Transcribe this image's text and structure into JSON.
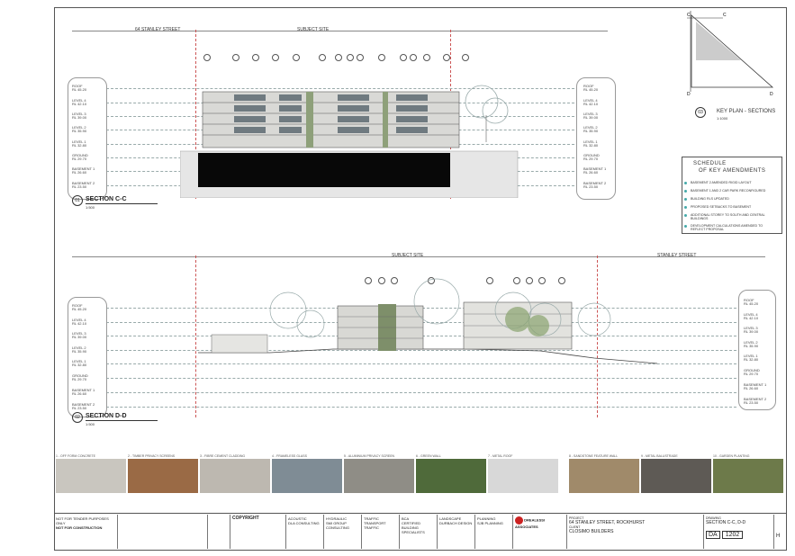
{
  "section_cc": {
    "street_label": "64 STANLEY STREET",
    "site_label": "SUBJECT SITE",
    "title": "SECTION C-C",
    "number": "01",
    "scale": "1:500",
    "levels": [
      {
        "name": "ROOF",
        "rl": "RL 45.20"
      },
      {
        "name": "LEVEL 4",
        "rl": "RL 42.10"
      },
      {
        "name": "LEVEL 3",
        "rl": "RL 39.00"
      },
      {
        "name": "LEVEL 2",
        "rl": "RL 35.90"
      },
      {
        "name": "LEVEL 1",
        "rl": "RL 32.80"
      },
      {
        "name": "GROUND",
        "rl": "RL 29.70"
      },
      {
        "name": "BASEMENT 1",
        "rl": "RL 26.60"
      },
      {
        "name": "BASEMENT 2",
        "rl": "RL 23.50"
      }
    ]
  },
  "section_dd": {
    "site_label": "SUBJECT SITE",
    "street_label": "STANLEY STREET",
    "title": "SECTION D-D",
    "number": "02",
    "scale": "1:500",
    "levels": [
      {
        "name": "ROOF",
        "rl": "RL 45.20"
      },
      {
        "name": "LEVEL 4",
        "rl": "RL 42.10"
      },
      {
        "name": "LEVEL 3",
        "rl": "RL 39.00"
      },
      {
        "name": "LEVEL 2",
        "rl": "RL 35.90"
      },
      {
        "name": "LEVEL 1",
        "rl": "RL 32.80"
      },
      {
        "name": "GROUND",
        "rl": "RL 29.70"
      },
      {
        "name": "BASEMENT 1",
        "rl": "RL 26.60"
      },
      {
        "name": "BASEMENT 2",
        "rl": "RL 23.50"
      }
    ]
  },
  "key_plan": {
    "title": "KEY PLAN - SECTIONS",
    "number": "03",
    "scale": "1:1000"
  },
  "amendments": {
    "title_line1": "SCHEDULE",
    "title_line2": "OF KEY AMENDMENTS",
    "items": [
      "BASEMENT 2 AMENDED RIGID LAYOUT",
      "BASEMENT 1 AND 2 CAR PARK RECONFIGURED",
      "BUILDING RLS UPDATED",
      "PROPOSED SETBACKS TO BASEMENT",
      "ADDITIONAL STOREY TO SOUTH AND CENTRAL BUILDINGS",
      "DEVELOPMENT CALCULATIONS AMENDED TO REFLECT PROPOSAL"
    ]
  },
  "materials": [
    {
      "label": "1 - OFF FORM CONCRETE",
      "color": "#c9c6bf"
    },
    {
      "label": "2 - TIMBER PRIVACY SCREENS",
      "color": "#9a6a45"
    },
    {
      "label": "3 - FIBRE CEMENT CLADDING",
      "color": "#bdb8b0"
    },
    {
      "label": "4 - FRAMELESS GLASS",
      "color": "#7f8c95"
    },
    {
      "label": "5 - ALUMINIUM PRIVACY SCREEN",
      "color": "#8f8d86"
    },
    {
      "label": "6 - GREEN WALL",
      "color": "#4f6a3a"
    },
    {
      "label": "7 - METAL ROOF",
      "color": "#d8d8d8"
    },
    {
      "label": "8 - SANDSTONE FEATURE WALL",
      "color": "#a08a6a"
    },
    {
      "label": "9 - METAL BALUSTRADE",
      "color": "#5e5a55"
    },
    {
      "label": "10 - GARDEN PLANTING",
      "color": "#6d7a4a"
    }
  ],
  "title_block": {
    "status_line1": "NOT FOR TENDER PURPOSES ONLY",
    "status_line2": "NOT FOR CONSTRUCTION",
    "copyright_heading": "COPYRIGHT",
    "consultants": [
      {
        "role": "ACOUSTIC",
        "name": "DLA CONSULTING"
      },
      {
        "role": "HYDRAULIC",
        "name": "SMI GROUP CONSULTING"
      },
      {
        "role": "TRAFFIC",
        "name": "TRANSPORT TRAFFIC"
      },
      {
        "role": "BCA",
        "name": "CERTIFIED BUILDING SPECIALISTS"
      },
      {
        "role": "LANDSCAPE",
        "name": "DURBACH DESIGN"
      },
      {
        "role": "PLANNING",
        "name": "SJB PLANNING"
      }
    ],
    "architect": "DREALESSI ASSOCIATES",
    "project_heading": "PROJECT",
    "project": "64 STANLEY STREET, ROCKHURST",
    "client_heading": "CLIENT",
    "client": "CLOSIMO BUILDERS",
    "drawing_heading": "DRAWING",
    "drawing": "SECTION C-C, D-D",
    "drawing_number_prefix": "DA",
    "drawing_number": "1202",
    "revision": "H"
  }
}
